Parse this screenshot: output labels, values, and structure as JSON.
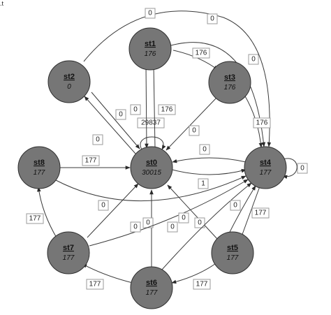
{
  "corner_mark": ".t",
  "nodes": [
    {
      "id": "st0",
      "name": "st0",
      "count": "30015"
    },
    {
      "id": "st1",
      "name": "st1",
      "count": "176"
    },
    {
      "id": "st2",
      "name": "st2",
      "count": "0"
    },
    {
      "id": "st3",
      "name": "st3",
      "count": "176"
    },
    {
      "id": "st4",
      "name": "st4",
      "count": "177"
    },
    {
      "id": "st5",
      "name": "st5",
      "count": "177"
    },
    {
      "id": "st6",
      "name": "st6",
      "count": "177"
    },
    {
      "id": "st7",
      "name": "st7",
      "count": "177"
    },
    {
      "id": "st8",
      "name": "st8",
      "count": "177"
    }
  ],
  "edges": [
    {
      "from": "st0",
      "to": "st0",
      "label": "29837"
    },
    {
      "from": "st0",
      "to": "st1",
      "label": "176"
    },
    {
      "from": "st1",
      "to": "st0",
      "label": "0"
    },
    {
      "from": "st0",
      "to": "st2",
      "label": "0"
    },
    {
      "from": "st2",
      "to": "st0",
      "label": "0"
    },
    {
      "from": "st3",
      "to": "st0",
      "label": "0"
    },
    {
      "from": "st0",
      "to": "st4",
      "label": "1"
    },
    {
      "from": "st4",
      "to": "st0",
      "label": "0"
    },
    {
      "from": "st8",
      "to": "st0",
      "label": "177"
    },
    {
      "from": "st7",
      "to": "st0",
      "label": "0"
    },
    {
      "from": "st6",
      "to": "st0",
      "label": "0"
    },
    {
      "from": "st5",
      "to": "st0",
      "label": "0"
    },
    {
      "from": "st1",
      "to": "st3",
      "label": "176"
    },
    {
      "from": "st1",
      "to": "st4",
      "label": "0"
    },
    {
      "from": "st2",
      "to": "st4",
      "label": "0"
    },
    {
      "from": "st3",
      "to": "st4",
      "label": "176"
    },
    {
      "from": "st4",
      "to": "st4",
      "label": "0"
    },
    {
      "from": "st4",
      "to": "st5",
      "label": "177"
    },
    {
      "from": "st5",
      "to": "st6",
      "label": "177"
    },
    {
      "from": "st6",
      "to": "st7",
      "label": "177"
    },
    {
      "from": "st7",
      "to": "st8",
      "label": "177"
    },
    {
      "from": "st8",
      "to": "st4",
      "label": "0"
    },
    {
      "from": "st7",
      "to": "st4",
      "label": "0"
    },
    {
      "from": "st6",
      "to": "st4",
      "label": "0"
    },
    {
      "from": "st5",
      "to": "st4",
      "label": "0"
    }
  ],
  "colors": {
    "node_fill": "#767676",
    "edge": "#3a3a3a",
    "label_border": "#9a9a9a"
  }
}
